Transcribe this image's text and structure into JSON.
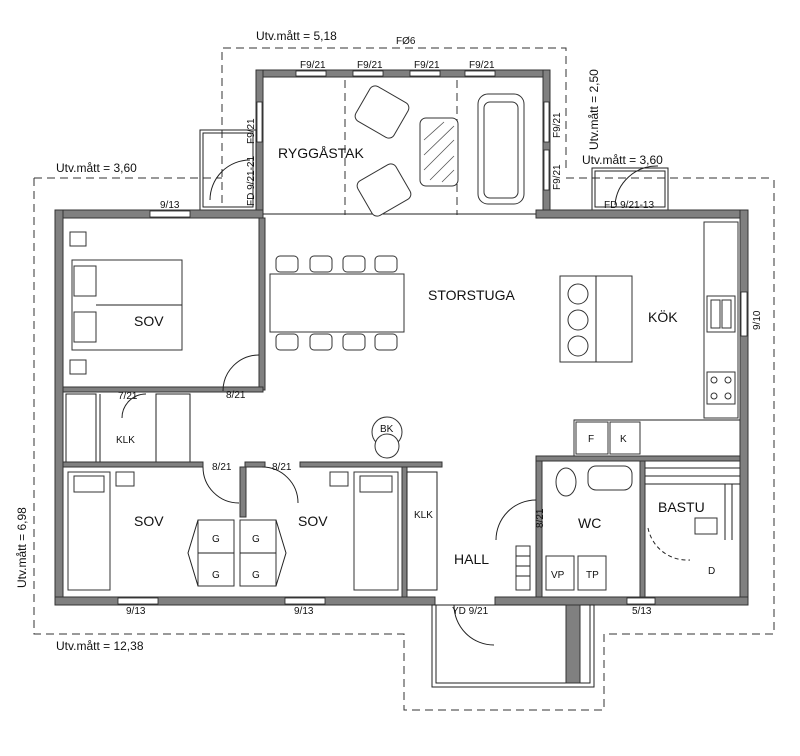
{
  "rooms": {
    "storstuga": "STORSTUGA",
    "kok": "KÖK",
    "ryggastak": "RYGGÅSTAK",
    "sov1": "SOV",
    "sov2": "SOV",
    "sov3": "SOV",
    "hall": "HALL",
    "wc": "WC",
    "bastu": "BASTU"
  },
  "labels": {
    "klk1": "KLK",
    "klk2": "KLK",
    "g1": "G",
    "g2": "G",
    "g3": "G",
    "g4": "G",
    "f": "F",
    "k": "K",
    "vp": "VP",
    "tp": "TP",
    "bk": "BK",
    "d": "D",
    "fo6": "FØ6"
  },
  "openings": {
    "w_top1": "F9/21",
    "w_top2": "F9/21",
    "w_top3": "F9/21",
    "w_top4": "F9/21",
    "w_left_porch": "F9/21",
    "w_right_porch1": "F9/21",
    "w_right_porch2": "F9/21",
    "fd_left": "FD 9/21-21",
    "fd_right": "FD 9/21-13",
    "w_bed1": "9/13",
    "w_kitchen": "9/10",
    "d_klk": "7/21",
    "d_sov1": "8/21",
    "d_sov2": "8/21",
    "d_sov3": "8/21",
    "d_wc": "8/21",
    "w_bottom1": "9/13",
    "w_bottom2": "9/13",
    "w_bottom3": "5/13",
    "yd": "YD 9/21"
  },
  "dimensions": {
    "top": "Utv.mått = 5,18",
    "right": "Utv.mått = 2,50",
    "left_upper": "Utv.mått = 3,60",
    "right_upper": "Utv.mått = 3,60",
    "left_vertical": "Utv.mått = 6,98",
    "bottom": "Utv.mått = 12,38"
  }
}
